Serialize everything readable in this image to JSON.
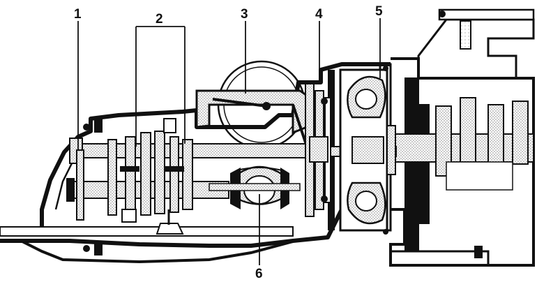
{
  "colors": {
    "ink": "#111111",
    "shade": "#9a9a9a",
    "light": "#d6d6d6",
    "paper": "#ffffff"
  },
  "callouts": [
    {
      "id": "1",
      "text": "1"
    },
    {
      "id": "2",
      "text": "2"
    },
    {
      "id": "3",
      "text": "3"
    },
    {
      "id": "4",
      "text": "4"
    },
    {
      "id": "5",
      "text": "5"
    },
    {
      "id": "6",
      "text": "6"
    }
  ]
}
